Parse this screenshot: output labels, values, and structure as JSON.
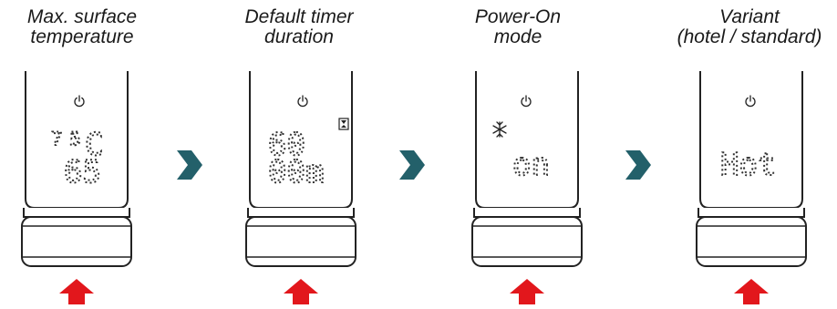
{
  "steps": [
    {
      "title_line1": "Max. surface",
      "title_line2": "temperature",
      "display": {
        "top": "⁷⁵C",
        "bottom": "65",
        "icon": "none"
      }
    },
    {
      "title_line1": "Default timer",
      "title_line2": "duration",
      "display": {
        "top": "60",
        "bottom": "00m",
        "icon": "hourglass-icon"
      }
    },
    {
      "title_line1": "Power-On",
      "title_line2": "mode",
      "display": {
        "top": "",
        "bottom": "on",
        "icon": "snowflake-icon"
      }
    },
    {
      "title_line1": "Variant",
      "title_line2": "(hotel / standard)",
      "display": {
        "top": "",
        "bottom": "Hot",
        "icon": "none"
      }
    }
  ],
  "icons": {
    "power": "power-icon",
    "next": "chevron-right-icon",
    "press": "up-arrow-icon"
  },
  "colors": {
    "outline": "#222222",
    "chevron": "#23606a",
    "arrow": "#e2171c",
    "dots": "#333333"
  }
}
